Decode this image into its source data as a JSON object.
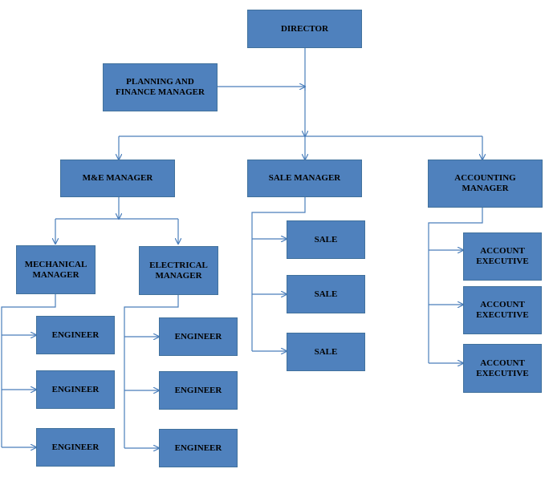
{
  "colors": {
    "box_fill": "#4f81bd",
    "box_border": "#41719c",
    "connector": "#4a7ebb",
    "text": "#000000"
  },
  "nodes": {
    "director": "DIRECTOR",
    "planning": "PLANNING AND\nFINANCE MANAGER",
    "me_manager": "M&E MANAGER",
    "sale_manager": "SALE MANAGER",
    "accounting_manager": "ACCOUNTING\nMANAGER",
    "mechanical_manager": "MECHANICAL\nMANAGER",
    "electrical_manager": "ELECTRICAL\nMANAGER",
    "mech_engineers": [
      "ENGINEER",
      "ENGINEER",
      "ENGINEER"
    ],
    "elec_engineers": [
      "ENGINEER",
      "ENGINEER",
      "ENGINEER"
    ],
    "sales": [
      "SALE",
      "SALE",
      "SALE"
    ],
    "account_executives": [
      "ACCOUNT\nEXECUTIVE",
      "ACCOUNT\nEXECUTIVE",
      "ACCOUNT\nEXECUTIVE"
    ]
  }
}
